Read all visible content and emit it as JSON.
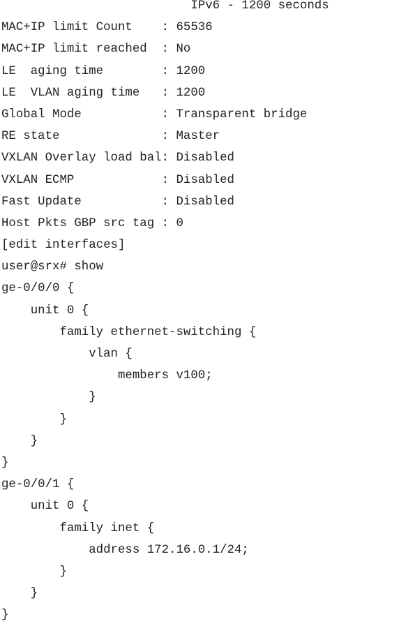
{
  "terminal": {
    "lines": [
      "                          IPv6 - 1200 seconds",
      "MAC+IP limit Count    : 65536",
      "MAC+IP limit reached  : No",
      "LE  aging time        : 1200",
      "LE  VLAN aging time   : 1200",
      "Global Mode           : Transparent bridge",
      "RE state              : Master",
      "VXLAN Overlay load bal: Disabled",
      "VXLAN ECMP            : Disabled",
      "Fast Update           : Disabled",
      "Host Pkts GBP src tag : 0",
      "[edit interfaces]",
      "user@srx# show",
      "ge-0/0/0 {",
      "    unit 0 {",
      "        family ethernet-switching {",
      "            vlan {",
      "                members v100;",
      "            }",
      "        }",
      "    }",
      "}",
      "ge-0/0/1 {",
      "    unit 0 {",
      "        family inet {",
      "            address 172.16.0.1/24;",
      "        }",
      "    }",
      "}"
    ]
  }
}
